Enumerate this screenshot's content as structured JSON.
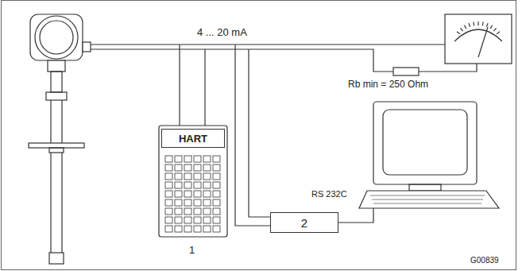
{
  "diagram": {
    "nodes": [
      {
        "text": [
          "HART"
        ]
      },
      {
        "text": [
          "2"
        ]
      }
    ],
    "labels": [
      "4 ... 20 mA",
      "Rb min = 250 Ohm",
      "1",
      "RS 232C",
      "G00839"
    ]
  }
}
